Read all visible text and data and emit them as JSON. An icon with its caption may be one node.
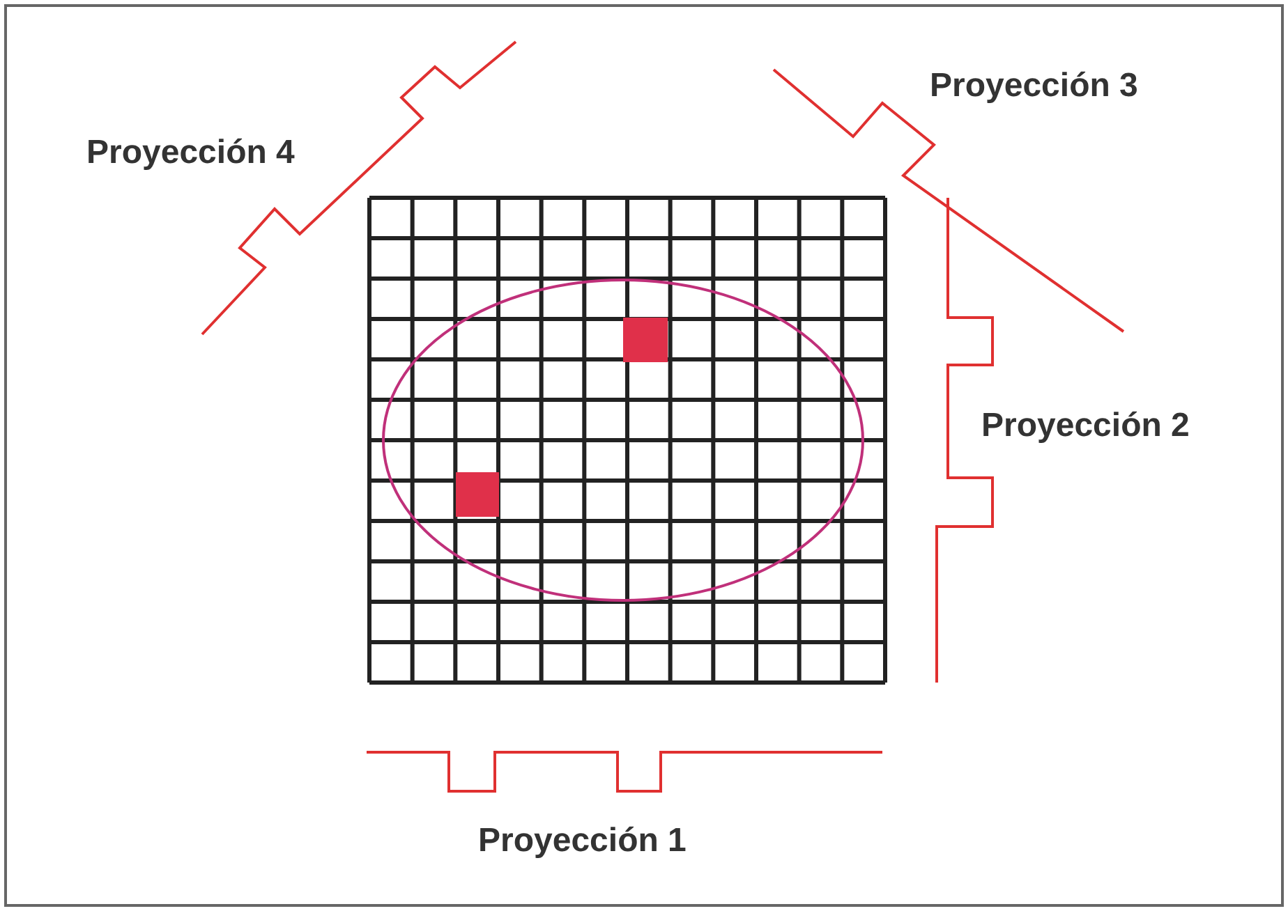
{
  "diagram": {
    "labels": [
      "Proyección 3",
      "Proyección 4",
      "Proyección 2",
      "Proyección 1"
    ]
  }
}
